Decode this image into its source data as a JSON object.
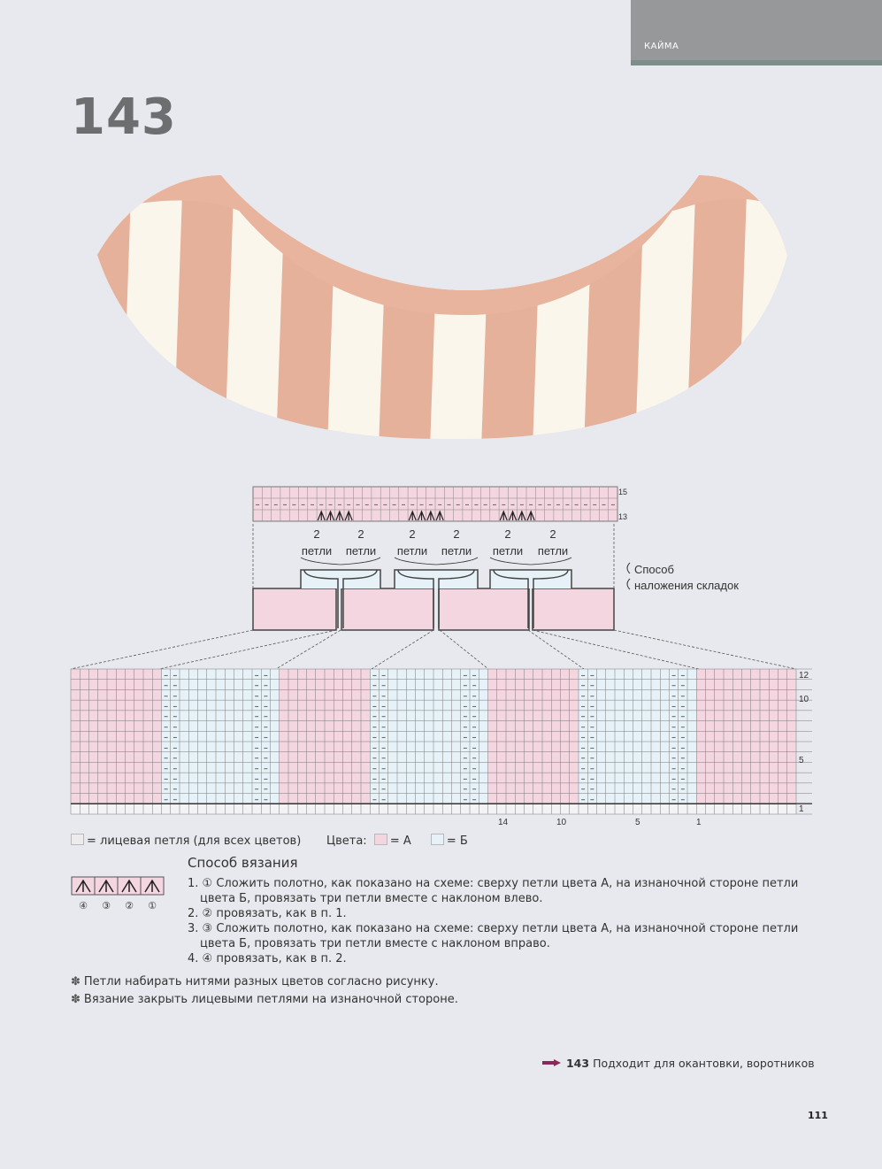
{
  "header": {
    "section_label": "КАЙМА",
    "colors": {
      "tab": "#97989a",
      "rule": "#7d8d89"
    }
  },
  "pattern": {
    "number": "143"
  },
  "fold_diagram": {
    "count_labels": [
      "2",
      "2",
      "2",
      "2",
      "2",
      "2"
    ],
    "unit_labels": [
      "петли",
      "петли",
      "петли",
      "петли",
      "петли",
      "петли"
    ],
    "annotation_line1": "Способ",
    "annotation_line2": "наложения складок",
    "small_chart_row_labels": [
      "15",
      "13"
    ]
  },
  "chart": {
    "row_labels": [
      "12",
      "10",
      "5",
      "1"
    ],
    "column_labels": [
      "14",
      "10",
      "5",
      "1"
    ],
    "color_a": "#f3d6e0",
    "color_b": "#e6f2f7",
    "purl_symbol": "–"
  },
  "legend": {
    "knit_text": "= лицевая петля (для всех цветов)",
    "colors_label": "Цвета:",
    "color_a_text": "= А",
    "color_b_text": "= Б"
  },
  "method": {
    "title": "Способ вязания",
    "steps": [
      "1. ① Сложить полотно, как показано на схеме: сверху петли цвета А, на изнаночной стороне петли цвета Б, провязать три петли вместе с наклоном влево.",
      "2. ② провязать, как в п. 1.",
      "3. ③ Сложить полотно, как показано на схеме: сверху петли цвета А, на изнаночной стороне петли цвета Б, провязать три петли вместе с наклоном вправо.",
      "4. ④ провязать, как в п. 2."
    ],
    "symbol_numbers": [
      "④",
      "③",
      "②",
      "①"
    ]
  },
  "notes": [
    "Петли набирать нитями разных цветов согласно рисунку.",
    "Вязание закрыть лицевыми петлями на изнаночной стороне."
  ],
  "footer": {
    "number": "143",
    "text": "Подходит для окантовки, воротников",
    "arrow_color": "#8a2a5a"
  },
  "page_number": "111"
}
